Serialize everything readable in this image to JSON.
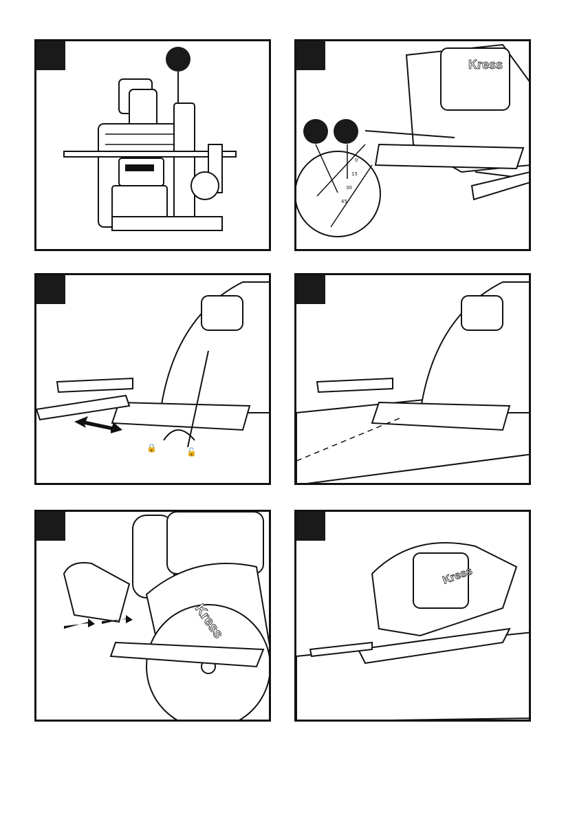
{
  "page": {
    "panels": [
      {
        "id": "p1",
        "callouts": 1
      },
      {
        "id": "p2",
        "callouts": 2,
        "scale_marks": [
          "0",
          "15",
          "30",
          "45"
        ]
      },
      {
        "id": "p3",
        "callouts": 0
      },
      {
        "id": "p4",
        "callouts": 0
      },
      {
        "id": "p5",
        "callouts": 0
      },
      {
        "id": "p6",
        "callouts": 0
      }
    ],
    "brand_text": "Kress",
    "lock_icon": "lock-icon",
    "unlock_icon": "unlock-icon",
    "colors": {
      "ink": "#111111",
      "panel_tab": "#1a1a1a",
      "paper": "#ffffff"
    }
  }
}
